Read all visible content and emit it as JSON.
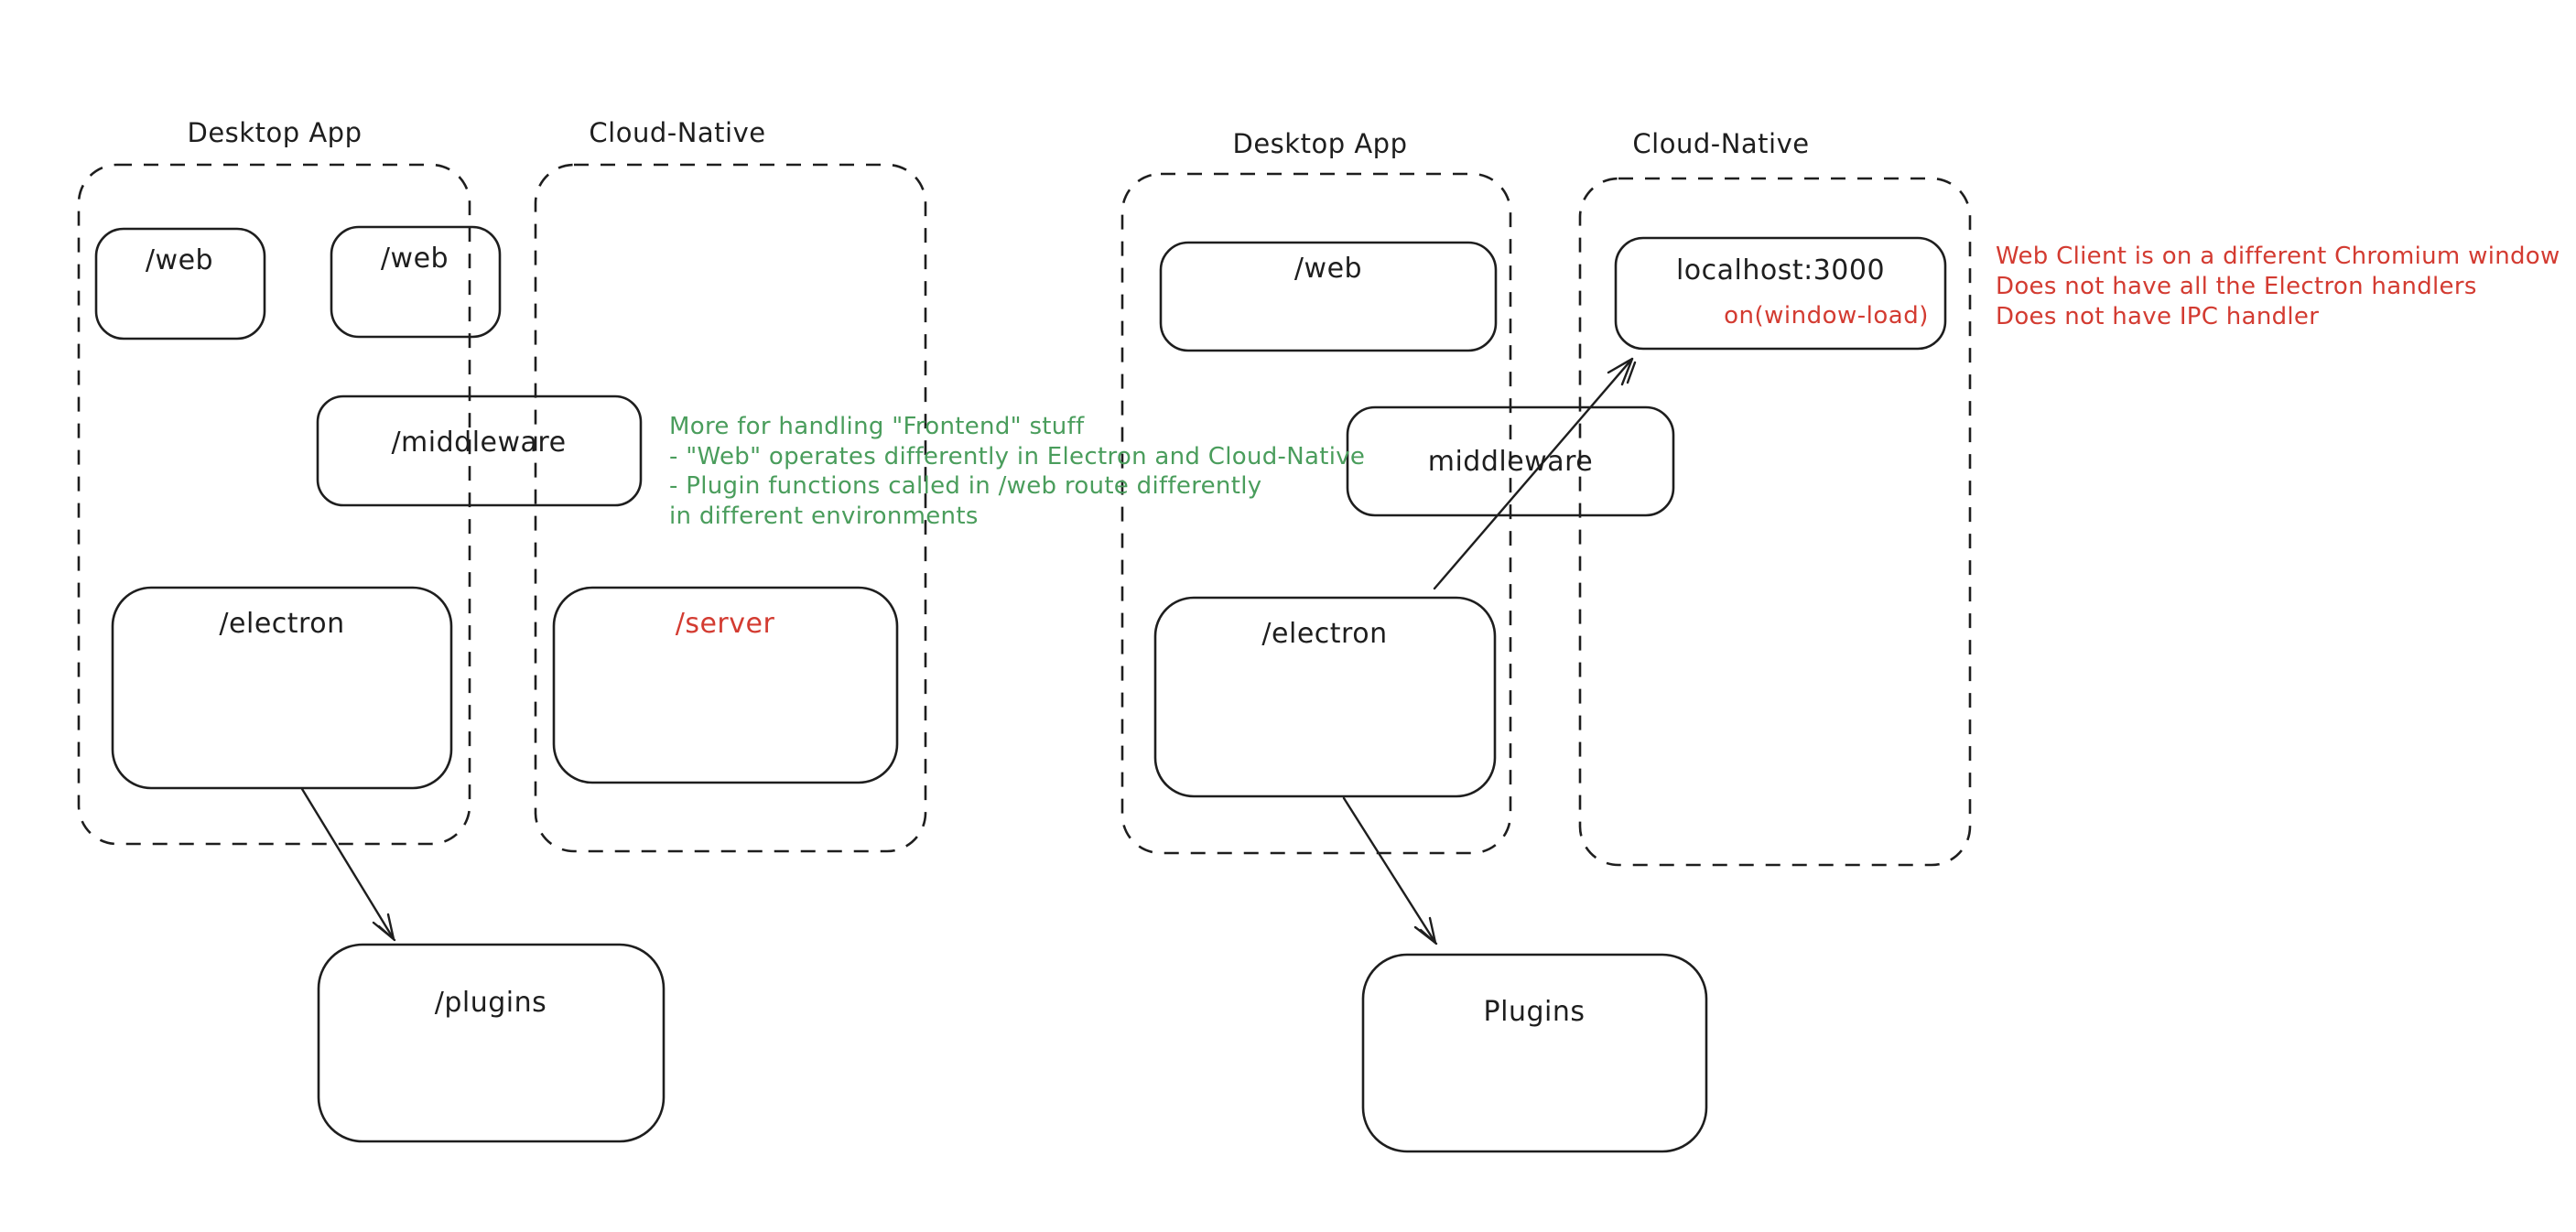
{
  "colors": {
    "stroke": "#1e1e1e",
    "green": "#4a9d5c",
    "red": "#d33b31",
    "background": "#ffffff"
  },
  "left": {
    "desktop_title": "Desktop App",
    "cloud_title": "Cloud-Native",
    "web_desktop": "/web",
    "web_cloud": "/web",
    "middleware": "/middleware",
    "electron": "/electron",
    "server": "/server",
    "plugins": "/plugins"
  },
  "right": {
    "desktop_title": "Desktop App",
    "cloud_title": "Cloud-Native",
    "web": "/web",
    "localhost": "localhost:3000",
    "window_load": "on(window-load)",
    "middleware": "middleware",
    "electron": "/electron",
    "plugins": "Plugins"
  },
  "notes": {
    "green": {
      "lines": [
        "More for handling \"Frontend\" stuff",
        "- \"Web\" operates differently in Electron and Cloud-Native",
        "- Plugin functions called in /web route differently",
        "in different environments"
      ]
    },
    "red": {
      "lines": [
        "Web Client is on a different Chromium window",
        "Does not have all the Electron handlers",
        "Does not have IPC handler"
      ]
    }
  }
}
